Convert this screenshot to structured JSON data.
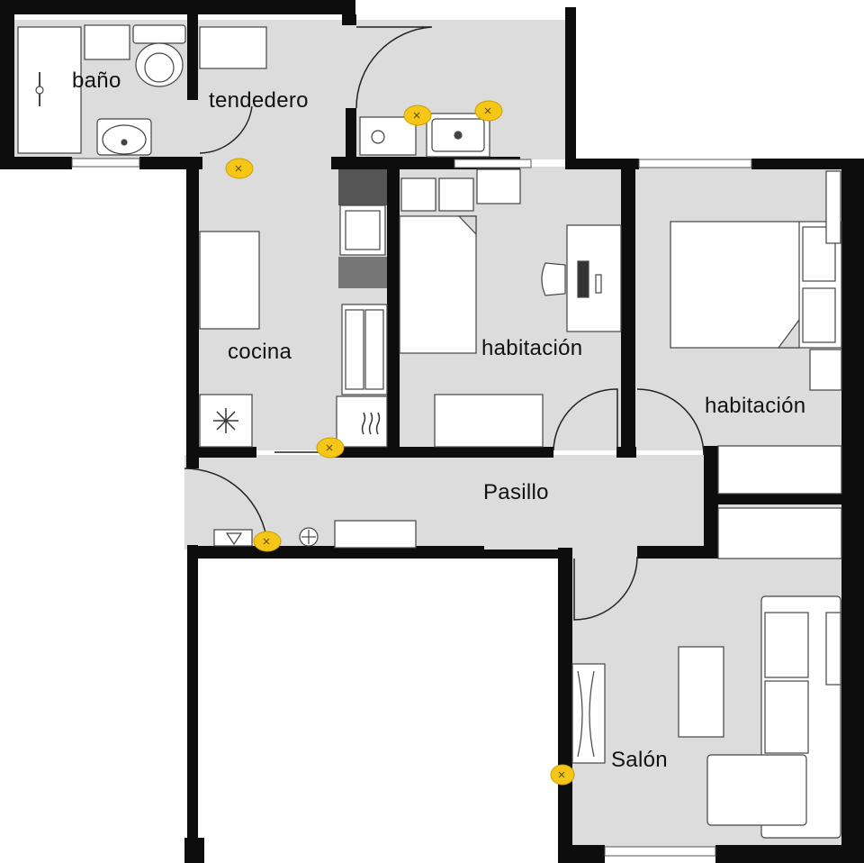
{
  "colors": {
    "floor": "#dcdcdc",
    "wall": "#0d0d0d",
    "furniture_fill": "#ffffff",
    "furniture_stroke": "#444444",
    "outlet": "#f5c518",
    "background": "#ffffff"
  },
  "rooms": [
    {
      "id": "bano",
      "label": "baño"
    },
    {
      "id": "tendedero",
      "label": "tendedero"
    },
    {
      "id": "cocina",
      "label": "cocina"
    },
    {
      "id": "habitacion-1",
      "label": "habitación"
    },
    {
      "id": "habitacion-2",
      "label": "habitación"
    },
    {
      "id": "pasillo",
      "label": "Pasillo"
    },
    {
      "id": "salon",
      "label": "Salón"
    }
  ],
  "icons": {
    "outlet": "electrical-outlet-icon",
    "fridge": "snowflake-icon",
    "washer": "washing-machine-icon",
    "gas": "gas-meter-icon"
  }
}
